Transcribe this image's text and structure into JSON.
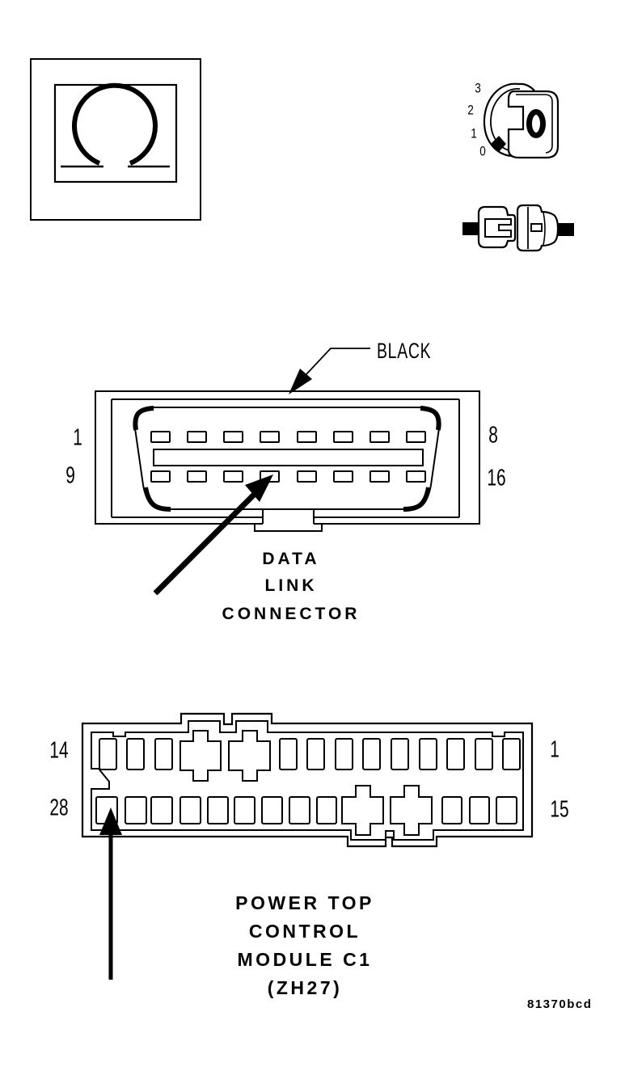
{
  "page": {
    "background": "#ffffff",
    "line_color": "#000000"
  },
  "figure_id": "81370bcd",
  "icons": {
    "ohmmeter": {
      "name": "ohmmeter-symbol"
    },
    "ignition_switch": {
      "name": "ignition-switch-positions",
      "positions": [
        "3",
        "2",
        "1",
        "0"
      ]
    },
    "disconnect": {
      "name": "disconnect-connector"
    }
  },
  "dlc": {
    "color_label": "BLACK",
    "pin_labels": {
      "top_left": "1",
      "top_right": "8",
      "bottom_left": "9",
      "bottom_right": "16"
    },
    "caption": [
      "DATA",
      "LINK",
      "CONNECTOR"
    ]
  },
  "module": {
    "pin_labels": {
      "top_left": "14",
      "top_right": "1",
      "bottom_left": "28",
      "bottom_right": "15"
    },
    "caption": [
      "POWER TOP",
      "CONTROL",
      "MODULE C1",
      "(ZH27)"
    ]
  }
}
